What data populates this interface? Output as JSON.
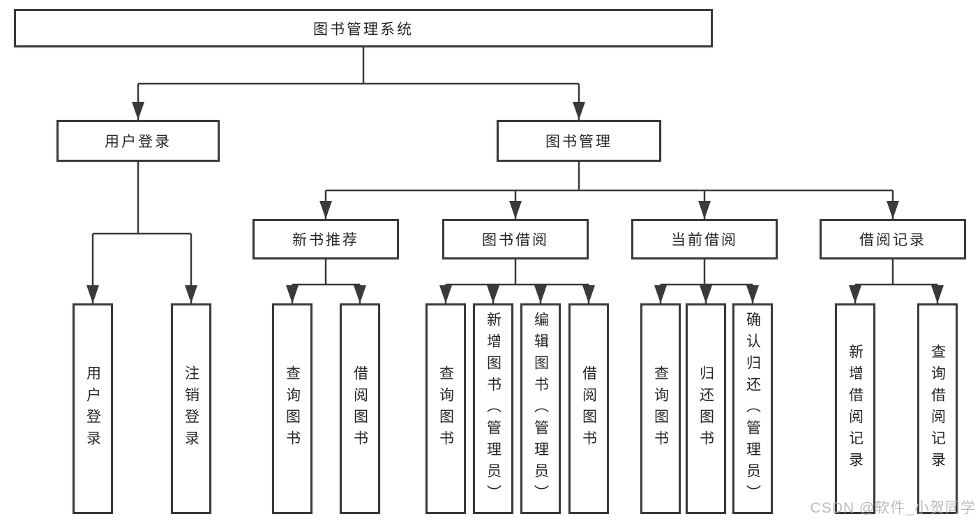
{
  "diagram": {
    "root": {
      "label": "图书管理系统"
    },
    "level1": [
      {
        "label": "用户登录"
      },
      {
        "label": "图书管理"
      }
    ],
    "level2": [
      {
        "label": "新书推荐"
      },
      {
        "label": "图书借阅"
      },
      {
        "label": "当前借阅"
      },
      {
        "label": "借阅记录"
      }
    ],
    "leaves": [
      {
        "label": "用户登录"
      },
      {
        "label": "注销登录"
      },
      {
        "label": "查询图书"
      },
      {
        "label": "借阅图书"
      },
      {
        "label": "查询图书"
      },
      {
        "label": "新增图书（管理员）"
      },
      {
        "label": "编辑图书（管理员）"
      },
      {
        "label": "借阅图书"
      },
      {
        "label": "查询图书"
      },
      {
        "label": "归还图书"
      },
      {
        "label": "确认归还（管理员）"
      },
      {
        "label": "新增借阅记录"
      },
      {
        "label": "查询借阅记录"
      }
    ]
  },
  "watermark": {
    "text": "CSDN @软件_小贺同学"
  },
  "colors": {
    "line": "#3a3a3a",
    "box_border": "#3a3a3a",
    "text": "#262626",
    "watermark": "#afafaf",
    "background": "#ffffff"
  }
}
